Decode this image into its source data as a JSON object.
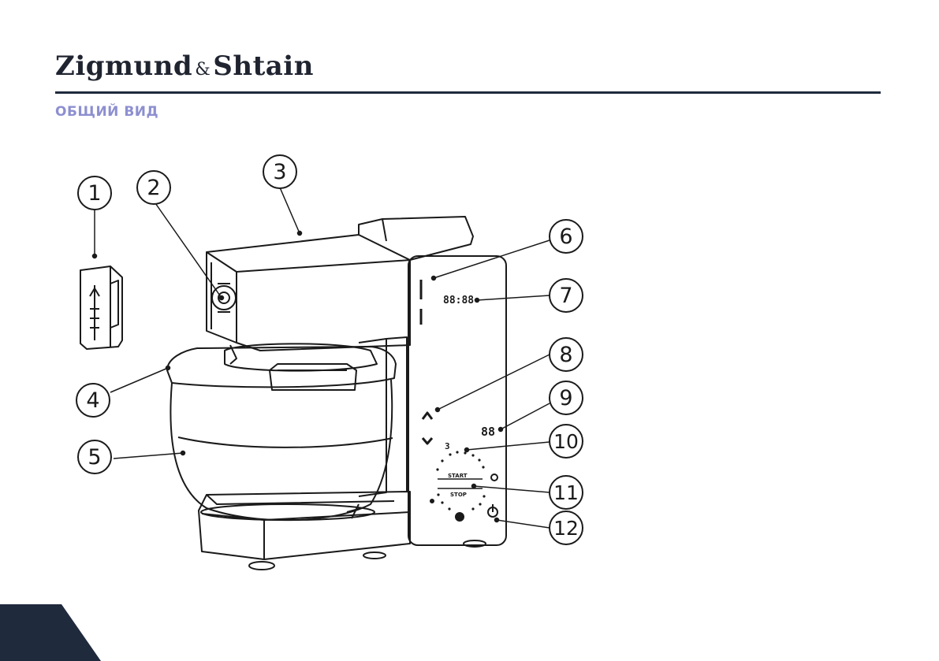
{
  "header": {
    "brand_part1": "Zigmund",
    "brand_amp": "&",
    "brand_part2": "Shtain",
    "section_title": "ОБЩИЙ ВИД"
  },
  "callouts": [
    "1",
    "2",
    "3",
    "4",
    "5",
    "6",
    "7",
    "8",
    "9",
    "10",
    "11",
    "12"
  ],
  "panel": {
    "display_digits": "88:88",
    "speed_digits": "88",
    "start_label": "START",
    "stop_label": "STOP",
    "timer_symbol": "3"
  },
  "colors": {
    "rule": "#1f2a3d",
    "section": "#8d8fd0",
    "corner": "#1f2a3d"
  }
}
